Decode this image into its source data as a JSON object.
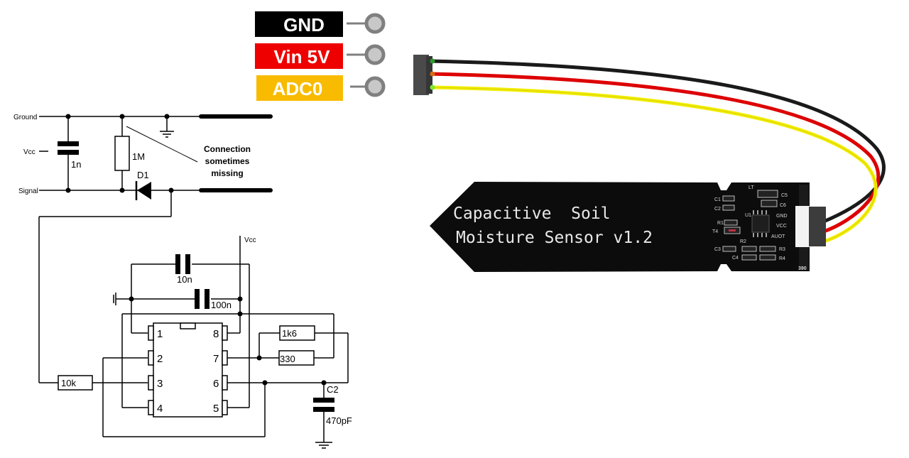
{
  "pin_labels": [
    {
      "text": "GND",
      "bg": "#000000",
      "fg": "#ffffff"
    },
    {
      "text": "Vin 5V",
      "bg": "#ee0000",
      "fg": "#ffffff"
    },
    {
      "text": "ADC0",
      "bg": "#f8bb00",
      "fg": "#ffffff"
    }
  ],
  "wire_colors": {
    "gnd": "#1a1a1a",
    "vcc": "#dd0000",
    "signal": "#f2ee00"
  },
  "probe_schematic": {
    "net_ground": "Ground",
    "net_vcc": "Vcc",
    "net_signal": "Signal",
    "cap_value": "1n",
    "resistor_value": "1M",
    "diode_label": "D1",
    "annotation": [
      "Connection",
      "sometimes",
      "missing"
    ]
  },
  "timer_schematic": {
    "vcc_label": "Vcc",
    "cap_10n": "10n",
    "cap_100n": "100n",
    "resistor_10k": "10k",
    "resistor_1k6": "1k6",
    "resistor_330": "330",
    "c2_label": "C2",
    "c2_value": "470pF",
    "pins": [
      "1",
      "2",
      "3",
      "4",
      "5",
      "6",
      "7",
      "8"
    ]
  },
  "sensor_board": {
    "title_line1": "Capacitive  Soil",
    "title_line2": "Moisture Sensor v1.2",
    "silkscreen": {
      "c1": "C1",
      "c2": "C2",
      "c3": "C3",
      "c4": "C4",
      "c5": "C5",
      "c6": "C6",
      "r1": "R1",
      "r2": "R2",
      "r3": "R3",
      "r4": "R4",
      "t4": "T4",
      "u1": "U1",
      "lt": "LT",
      "gnd": "GND",
      "vcc": "VCC",
      "aout": "AUOT",
      "code": "390"
    }
  }
}
